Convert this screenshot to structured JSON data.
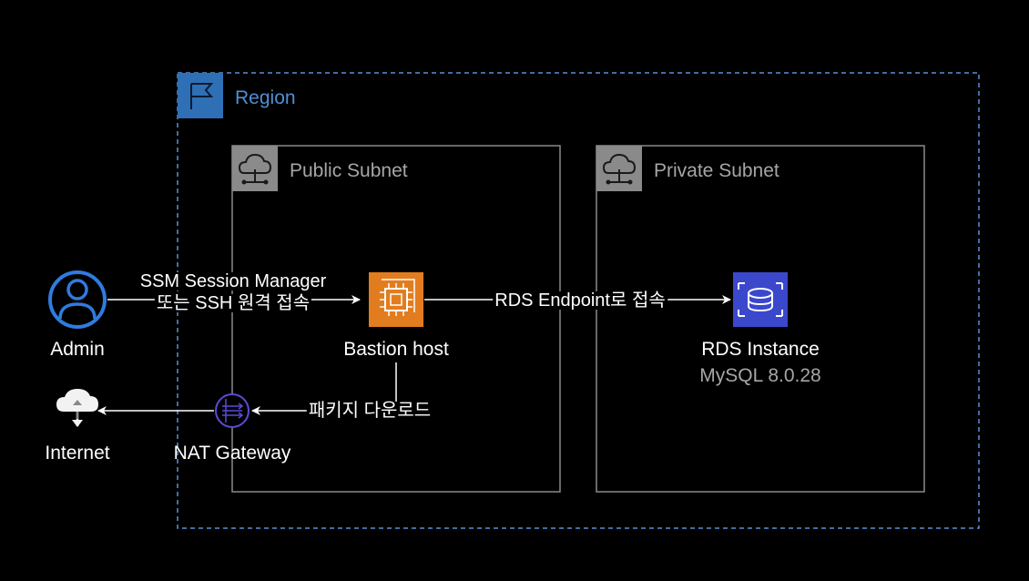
{
  "colors": {
    "background": "#000000",
    "region_border": "#5a8fd6",
    "region_icon_bg": "#2f6fb5",
    "region_label": "#4f8fd4",
    "subnet_border": "#8a8a8a",
    "subnet_icon_bg": "#8a8a8a",
    "subnet_label": "#a6a6a6",
    "ec2_orange": "#e27d1f",
    "rds_blue": "#3b48cc",
    "nat_purple": "#5b4bd6",
    "admin_blue": "#2f7be0",
    "edge": "#ffffff",
    "sub_label_gray": "#a6a6a6"
  },
  "groups": {
    "region": {
      "label": "Region",
      "icon": "flag-icon"
    },
    "public_subnet": {
      "label": "Public Subnet",
      "icon": "cloud-network-icon"
    },
    "private_subnet": {
      "label": "Private Subnet",
      "icon": "cloud-network-icon"
    }
  },
  "nodes": {
    "admin": {
      "label": "Admin",
      "icon": "user-icon"
    },
    "bastion": {
      "label": "Bastion host",
      "icon": "ec2-chip-icon"
    },
    "rds": {
      "label": "RDS Instance",
      "sublabel": "MySQL 8.0.28",
      "icon": "rds-database-icon"
    },
    "nat": {
      "label": "NAT Gateway",
      "icon": "nat-gateway-icon"
    },
    "internet": {
      "label": "Internet",
      "icon": "internet-cloud-icon"
    }
  },
  "edges": {
    "admin_to_bastion": {
      "line1": "SSM Session Manager",
      "line2": "또는 SSH 원격 접속"
    },
    "bastion_to_rds": {
      "label": "RDS Endpoint로 접속"
    },
    "bastion_to_nat": {
      "label": "패키지 다운로드"
    }
  }
}
